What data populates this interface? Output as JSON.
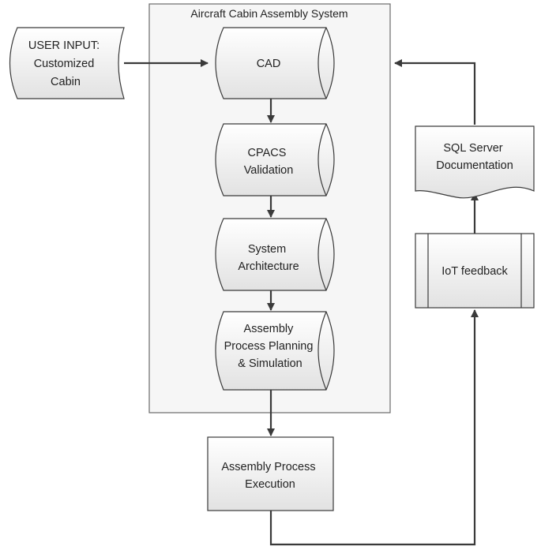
{
  "system_title": "Aircraft Cabin Assembly System",
  "user_input": {
    "lines": [
      "USER INPUT:",
      "Customized",
      "Cabin"
    ]
  },
  "cad": {
    "lines": [
      "CAD"
    ]
  },
  "cpacs": {
    "lines": [
      "CPACS",
      "Validation"
    ]
  },
  "sys_arch": {
    "lines": [
      "System",
      "Architecture"
    ]
  },
  "app": {
    "lines": [
      "Assembly",
      "Process Planning",
      "& Simulation"
    ]
  },
  "execution": {
    "lines": [
      "Assembly Process",
      "Execution"
    ]
  },
  "iot": {
    "lines": [
      "IoT feedback"
    ]
  },
  "sql": {
    "lines": [
      "SQL Server",
      "Documentation"
    ]
  }
}
